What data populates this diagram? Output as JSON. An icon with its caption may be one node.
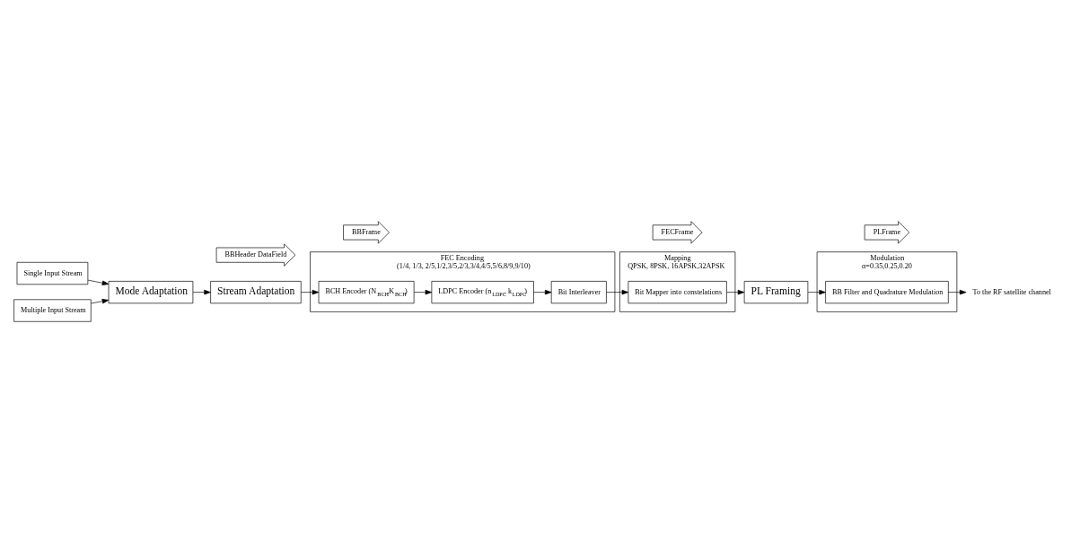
{
  "diagram": {
    "nodes": [
      {
        "text": [
          "Single Input Stream"
        ]
      },
      {
        "text": [
          "Multiple Input Stream"
        ]
      },
      {
        "text": [
          "Mode Adaptation"
        ]
      },
      {
        "text": [
          "Stream Adaptation"
        ]
      },
      {
        "text": [
          "BBHeader DataField"
        ]
      },
      {
        "text": [
          "FEC Encoding",
          "(1/4, 1/3, 2/5,1/2,3/5,2/3,3/4,4/5,5/6,8/9,9/10)"
        ]
      },
      {
        "text": [
          "BCH Encoder (N$_{BCH}$,K$_{BCH}$)"
        ],
        "in": 5
      },
      {
        "text": [
          "LDPC Encoder (n$_{LDPC}$, k$_{LDPC}$)"
        ],
        "in": 5
      },
      {
        "text": [
          "Bit Interleaver"
        ],
        "in": 5
      },
      {
        "text": [
          "Mapping",
          "QPSK, 8PSK, 16APSK,32APSK"
        ]
      },
      {
        "text": [
          "Bit Mapper into constelations"
        ],
        "in": 9
      },
      {
        "text": [
          "PL Framing"
        ]
      },
      {
        "text": [
          "Modulation",
          "α=0.35,0.25,0.20"
        ]
      },
      {
        "text": [
          "BB Filter and Quadrature Modulation"
        ],
        "in": 12
      },
      {
        "text": [
          "To the RF satellite channel"
        ]
      },
      {
        "text": [
          "BBFrame"
        ]
      },
      {
        "text": [
          "FECFrame"
        ]
      },
      {
        "text": [
          "PLFrame"
        ]
      }
    ],
    "edges": [
      {
        "from": 0,
        "to": 2,
        "arrow": "to"
      },
      {
        "from": 1,
        "to": 2,
        "arrow": "to"
      },
      {
        "from": 2,
        "to": 3,
        "arrow": "to"
      },
      {
        "from": 3,
        "to": 6,
        "arrow": "to"
      },
      {
        "from": 6,
        "to": 7,
        "arrow": "to"
      },
      {
        "from": 7,
        "to": 8,
        "arrow": "to"
      },
      {
        "from": 8,
        "to": 10,
        "arrow": "to"
      },
      {
        "from": 10,
        "to": 11,
        "arrow": "to"
      },
      {
        "from": 11,
        "to": 13,
        "arrow": "to"
      },
      {
        "from": 13,
        "to": 14,
        "arrow": "to"
      }
    ]
  }
}
